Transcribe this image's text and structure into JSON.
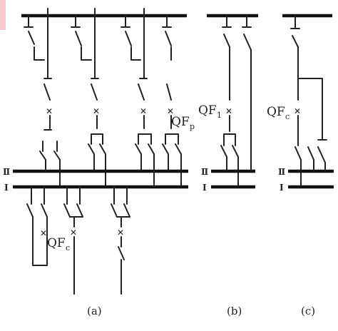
{
  "labels": {
    "qf_p": "QF",
    "qf_p_sub": "p",
    "qf_1": "QF",
    "qf_1_sub": "1",
    "qf_c_b": "QF",
    "qf_c_b_sub": "c",
    "qf_c_a": "QF",
    "qf_c_a_sub": "c"
  },
  "bus_labels": {
    "a_bus_ii": "Ⅱ",
    "a_bus_i": "Ⅰ",
    "b_bus_ii": "Ⅱ",
    "b_bus_i": "Ⅰ",
    "c_bus_ii": "Ⅱ",
    "c_bus_i": "Ⅰ"
  },
  "captions": {
    "a": "(a)",
    "b": "(b)",
    "c": "(c)"
  },
  "colors": {
    "line": "#222222",
    "corner_accent": "#f7c9cf"
  }
}
